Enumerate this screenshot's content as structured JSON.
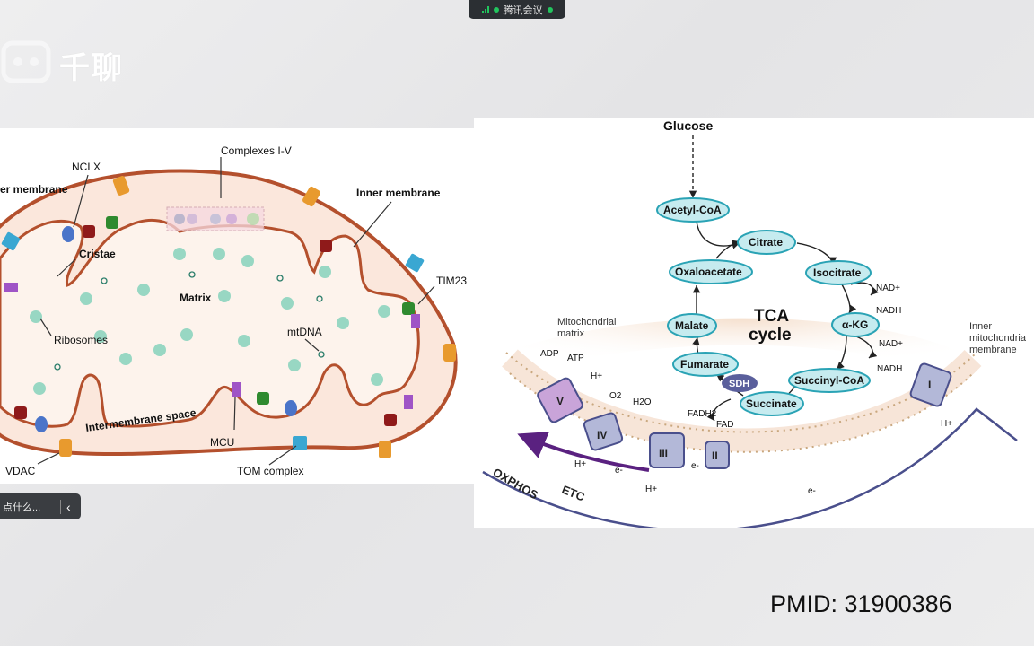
{
  "meeting_bar": {
    "label": "腾讯会议"
  },
  "watermark": {
    "text": "千聊"
  },
  "left_figure": {
    "labels": {
      "outer_membrane": "er membrane",
      "nclx": "NCLX",
      "complexes": "Complexes I-V",
      "inner_membrane": "Inner membrane",
      "cristae": "Cristae",
      "matrix": "Matrix",
      "tim23": "TIM23",
      "ribosomes": "Ribosomes",
      "mtdna": "mtDNA",
      "intermembrane": "Intermembrane space",
      "mcu": "MCU",
      "vdac": "VDAC",
      "tom": "TOM complex"
    }
  },
  "right_figure": {
    "labels": {
      "glucose": "Glucose",
      "acetyl_coa": "Acetyl-CoA",
      "citrate": "Citrate",
      "oxaloacetate": "Oxaloacetate",
      "isocitrate": "Isocitrate",
      "malate": "Malate",
      "akg": "α-KG",
      "fumarate": "Fumarate",
      "sdh": "SDH",
      "succinate": "Succinate",
      "succinyl_coa": "Succinyl-CoA",
      "tca1": "TCA",
      "tca2": "cycle",
      "nad1": "NAD+",
      "nadh1": "NADH",
      "nad2": "NAD+",
      "nadh2": "NADH",
      "mito_matrix1": "Mitochondrial",
      "mito_matrix2": "matrix",
      "inner_mito1": "Inner",
      "inner_mito2": "mitochondria",
      "inner_mito3": "membrane",
      "adp": "ADP",
      "atp": "ATP",
      "h_plus": "H+",
      "o2": "O2",
      "h2o": "H2O",
      "fadh2": "FADH2",
      "fad": "FAD",
      "e_minus": "e-",
      "complex_v": "V",
      "complex_iv": "IV",
      "complex_iii": "III",
      "complex_ii": "II",
      "complex_i": "I",
      "oxphos": "OXPHOS",
      "etc": "ETC"
    }
  },
  "sidebar_button": {
    "text": "点什么...",
    "chevron": "‹"
  },
  "footer": {
    "pmid": "PMID: 31900386"
  }
}
